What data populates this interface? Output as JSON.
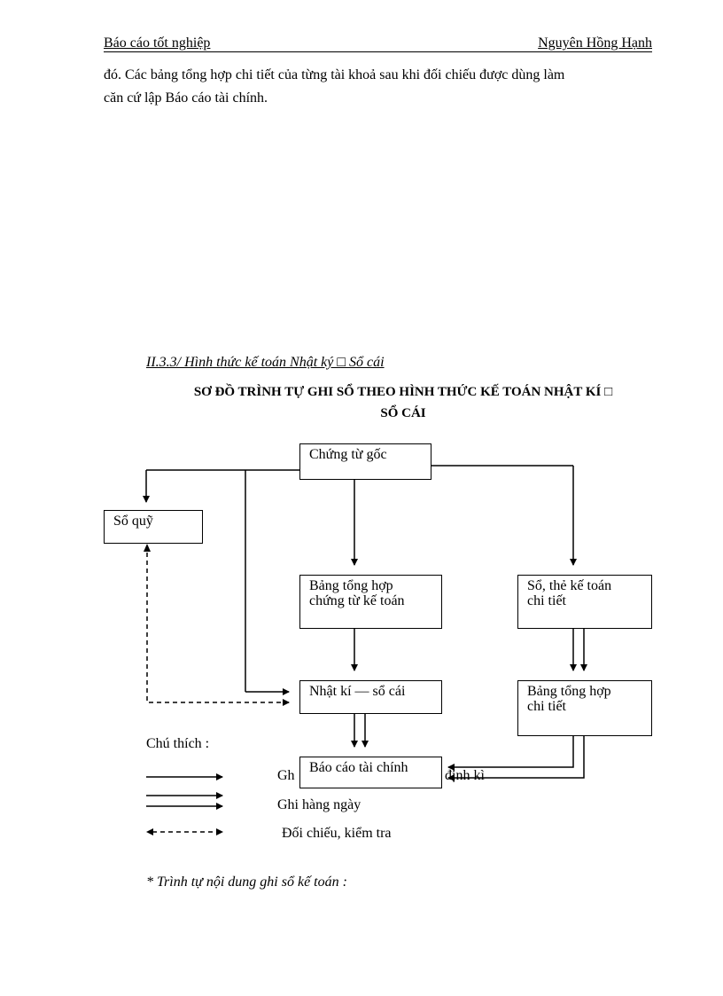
{
  "header": {
    "left": "Báo cáo tốt nghiệp",
    "right": "Nguyên Hồng Hạnh"
  },
  "paragraph": {
    "line1": "đó. Các bảng tổng hợp chi tiết của từng tài khoả sau khi đối chiếu được dùng làm",
    "line2": "căn cứ lập Báo cáo tài chính."
  },
  "section_heading": "II.3.3/ Hình thức kế toán Nhật ký □ Sổ cái",
  "diagram_title": {
    "line1": "SƠ ĐỒ TRÌNH TỰ GHI SỔ THEO HÌNH THỨC KẾ TOÁN NHẬT KÍ □",
    "line2": "SỔ CÁI"
  },
  "boxes": {
    "chung_tu_goc": "Chứng từ gốc",
    "so_quy": "Sổ quỹ",
    "bang_tong_hop_line1": "Bảng tổng hợp",
    "bang_tong_hop_line2": "chứng từ kế toán",
    "so_the_line1": "Sổ, thẻ kế toán",
    "so_the_line2": "chi tiết",
    "nhat_ki_so_cai": "Nhật kí — sổ cái",
    "bang_chi_tiet_line1": "Bảng tổng hợp",
    "bang_chi_tiet_line2": "chi tiết",
    "bao_cao": "Báo cáo tài chính"
  },
  "legend": {
    "title": "Chú thích :",
    "cuoi_ky_left": "Gh",
    "cuoi_ky_right": "định kì",
    "hang_ngay": "Ghi hàng ngày",
    "doi_chieu": "Đối chiếu, kiểm tra"
  },
  "footer_note": "* Trình tự nội dung ghi sổ kế toán :"
}
